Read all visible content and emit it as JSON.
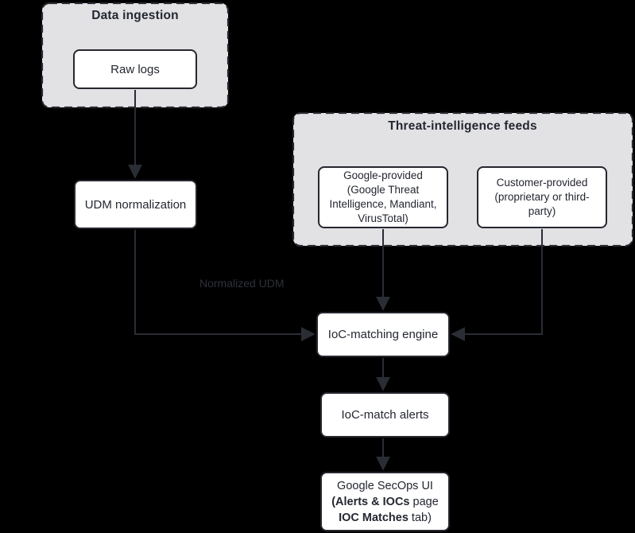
{
  "colors": {
    "background": "#000000",
    "container_fill": "#e2e2e5",
    "container_border": "#26282e",
    "node_fill": "#ffffff",
    "node_border": "#26282e",
    "text": "#242731",
    "arrow": "#2a2d34",
    "edge_label_text": "#2e313a"
  },
  "containers": {
    "data_ingestion": {
      "title": "Data ingestion"
    },
    "threat_feeds": {
      "title": "Threat-intelligence feeds"
    }
  },
  "nodes": {
    "raw_logs": {
      "label": "Raw logs"
    },
    "udm_normalization": {
      "label": "UDM normalization"
    },
    "google_provided": {
      "lines": [
        "Google-provided",
        "(Google Threat",
        "Intelligence, Mandiant,",
        "VirusTotal)"
      ]
    },
    "customer_provided": {
      "lines": [
        "Customer-provided",
        "(proprietary or third-",
        "party)"
      ]
    },
    "ioc_matching_engine": {
      "label": "IoC-matching engine"
    },
    "ioc_match_alerts": {
      "label": "IoC-match alerts"
    },
    "secops_ui": {
      "line1": "Google SecOps UI",
      "line2_bold": "(Alerts & IOCs",
      "line2_rest": " page",
      "line3_bold": "IOC Matches",
      "line3_rest": " tab)"
    }
  },
  "edges": {
    "normalized_udm_label": "Normalized UDM"
  }
}
